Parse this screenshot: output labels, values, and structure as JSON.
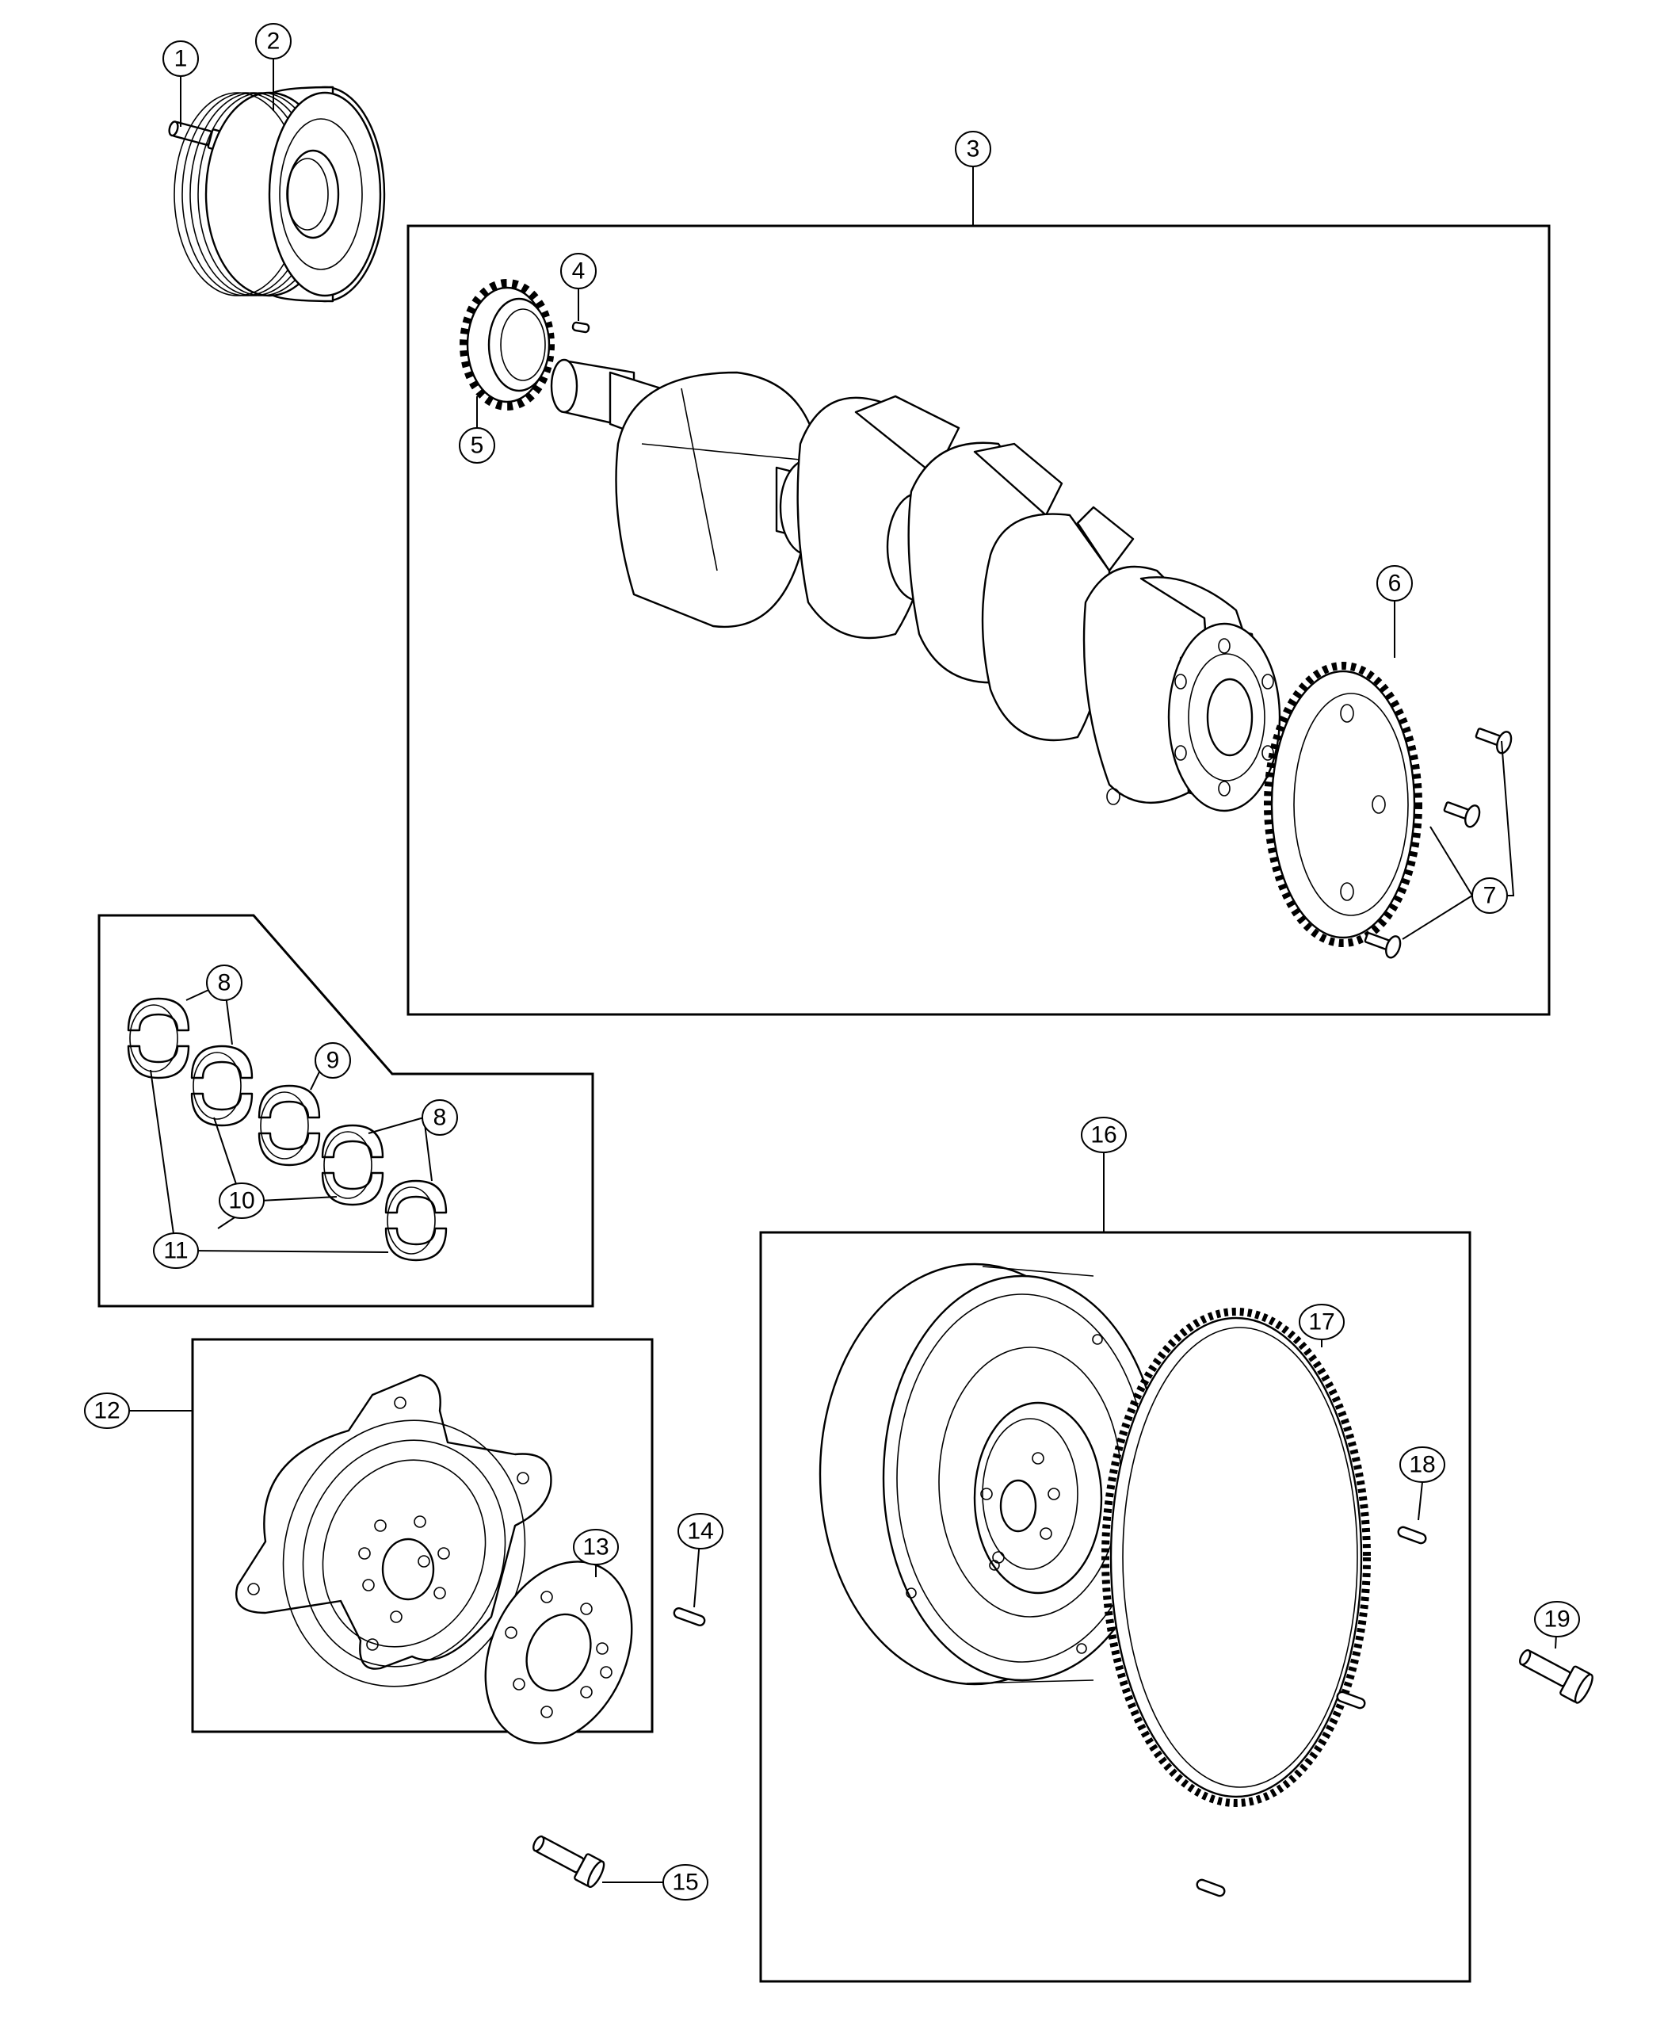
{
  "diagram": {
    "callouts": [
      {
        "id": "1",
        "label": "1"
      },
      {
        "id": "2",
        "label": "2"
      },
      {
        "id": "3",
        "label": "3"
      },
      {
        "id": "4",
        "label": "4"
      },
      {
        "id": "5",
        "label": "5"
      },
      {
        "id": "6",
        "label": "6"
      },
      {
        "id": "7",
        "label": "7"
      },
      {
        "id": "8a",
        "label": "8"
      },
      {
        "id": "8b",
        "label": "8"
      },
      {
        "id": "9",
        "label": "9"
      },
      {
        "id": "10",
        "label": "10"
      },
      {
        "id": "11",
        "label": "11"
      },
      {
        "id": "12",
        "label": "12"
      },
      {
        "id": "13",
        "label": "13"
      },
      {
        "id": "14",
        "label": "14"
      },
      {
        "id": "15",
        "label": "15"
      },
      {
        "id": "16",
        "label": "16"
      },
      {
        "id": "17",
        "label": "17"
      },
      {
        "id": "18",
        "label": "18"
      },
      {
        "id": "19",
        "label": "19"
      }
    ]
  }
}
